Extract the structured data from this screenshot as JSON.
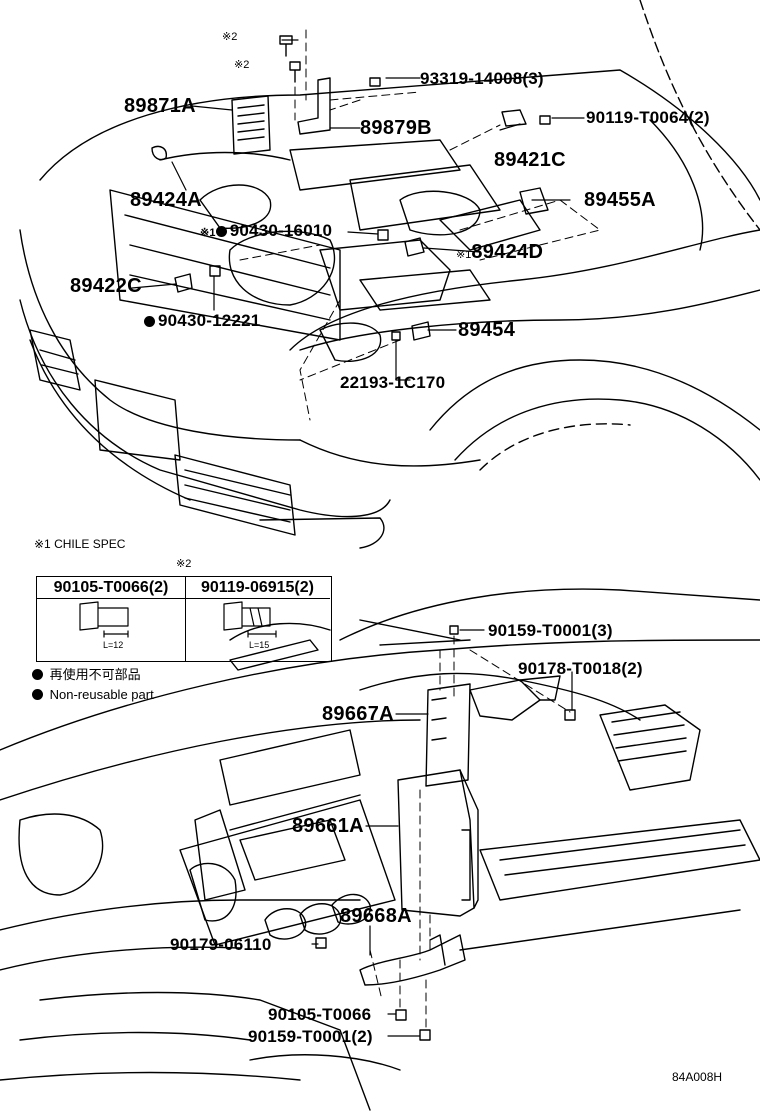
{
  "diagram_code": "84A008H",
  "notes": {
    "note1": "※1 CHILE SPEC",
    "note2_marker": "※2",
    "note1_marker": "※1"
  },
  "legend": {
    "japanese": "再使用不可部品",
    "english": "Non-reusable part"
  },
  "bolt_table": {
    "col1_header": "90105-T0066(2)",
    "col2_header": "90119-06915(2)",
    "col1_length": "L=12",
    "col2_length": "L=15"
  },
  "upper_parts": {
    "p89871A": "89871A",
    "p89879B": "89879B",
    "p93319": "93319-14008(3)",
    "p90119": "90119-T0064(2)",
    "p89421C": "89421C",
    "p89455A": "89455A",
    "p89424A": "89424A",
    "p90430_16010": "90430-16010",
    "p89424D": "89424D",
    "p89422C": "89422C",
    "p90430_12221": "90430-12221",
    "p89454": "89454",
    "p22193": "22193-1C170"
  },
  "lower_parts": {
    "p90159_top": "90159-T0001(3)",
    "p90178": "90178-T0018(2)",
    "p89667A": "89667A",
    "p89661A": "89661A",
    "p89668A": "89668A",
    "p90179": "90179-06110",
    "p90105": "90105-T0066",
    "p90159_bottom": "90159-T0001(2)"
  },
  "colors": {
    "ink": "#000000",
    "paper": "#ffffff"
  }
}
